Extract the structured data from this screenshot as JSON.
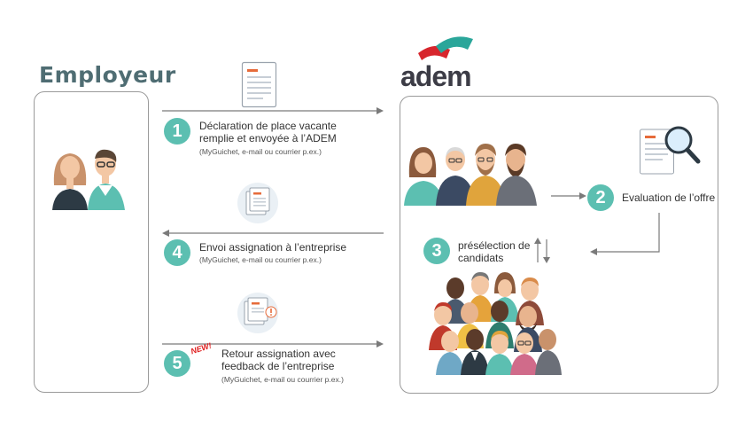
{
  "employer": {
    "title": "Employeur"
  },
  "adem": {
    "logo_text": "adem"
  },
  "steps": [
    {
      "num": "1",
      "line1": "Déclaration de place vacante",
      "line2": "remplie et envoyée à l’ADEM",
      "note": "(MyGuichet, e-mail ou courrier p.ex.)"
    },
    {
      "num": "2",
      "label": "Evaluation de l’offre"
    },
    {
      "num": "3",
      "line1": "présélection de",
      "line2": "candidats"
    },
    {
      "num": "4",
      "line1": "Envoi assignation à l’entreprise",
      "note": "(MyGuichet, e-mail ou courrier p.ex.)"
    },
    {
      "num": "5",
      "badge": "NEW!",
      "line1": "Retour assignation avec",
      "line2": "feedback de l’entreprise",
      "note": "(MyGuichet, e-mail ou courrier p.ex.)"
    }
  ],
  "colors": {
    "teal": "#5cbfb1",
    "title": "#4f6d73",
    "logo_red": "#d7262d",
    "logo_teal": "#2aa69a",
    "logo_text": "#3c3c46"
  }
}
